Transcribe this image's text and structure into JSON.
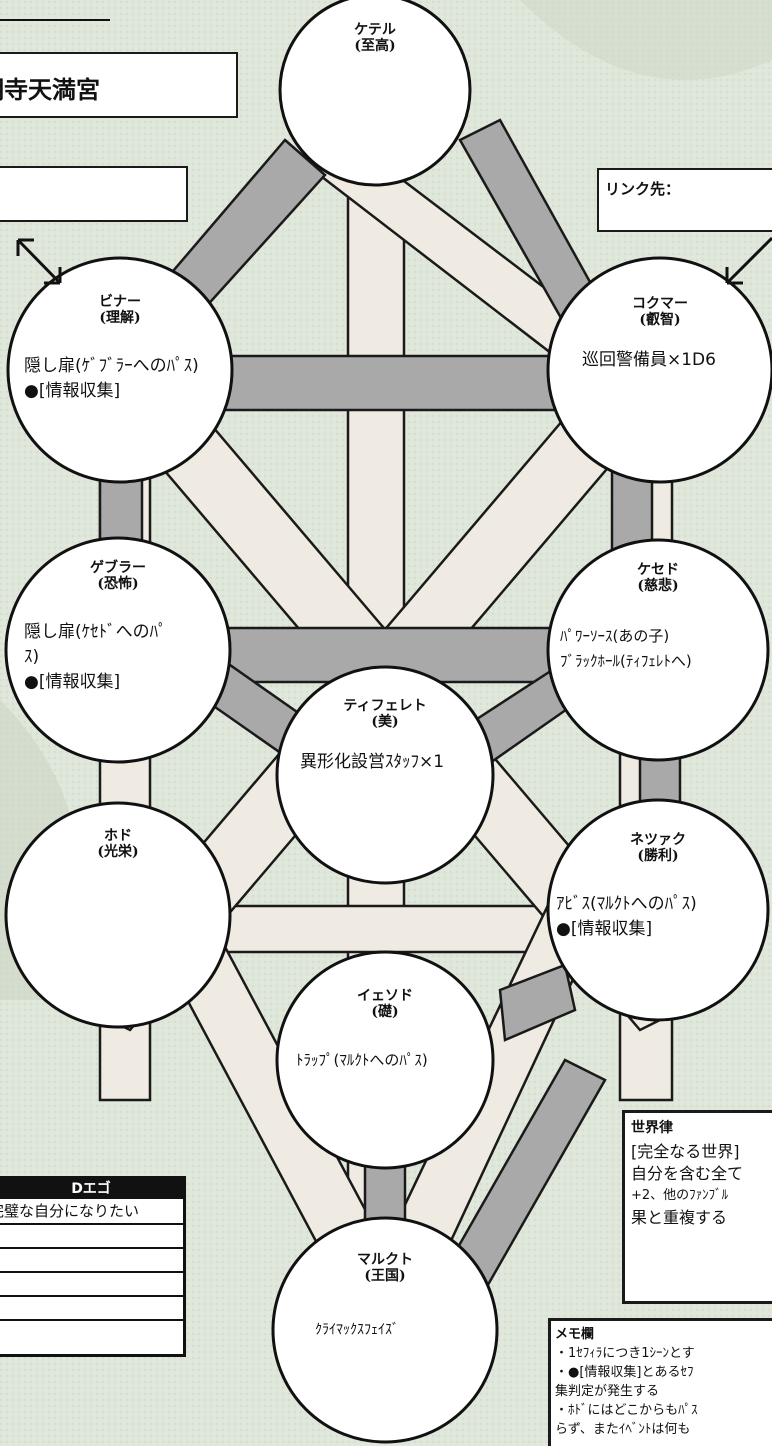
{
  "top_left": {
    "location_name": "明寺天満宮",
    "link_label": ""
  },
  "link_box": {
    "label": "リンク先："
  },
  "sephirot": {
    "kether": {
      "name": "ケテル",
      "sub": "(至高)",
      "lines": []
    },
    "binah": {
      "name": "ビナー",
      "sub": "(理解)",
      "lines": [
        "隠し扉(ｹﾞﾌﾞﾗｰへのﾊﾟｽ)",
        "●[情報収集]"
      ]
    },
    "chokmah": {
      "name": "コクマー",
      "sub": "(叡智)",
      "lines": [
        "巡回警備員×1D6"
      ]
    },
    "geburah": {
      "name": "ゲブラー",
      "sub": "(恐怖)",
      "lines": [
        "隠し扉(ｹｾﾄﾞへのﾊﾟ",
        "ｽ)",
        "●[情報収集]"
      ]
    },
    "chesed": {
      "name": "ケセド",
      "sub": "(慈悲)",
      "lines": [
        "ﾊﾟﾜｰｿｰｽ(あの子)",
        "ﾌﾞﾗｯｸﾎｰﾙ(ﾃｨﾌｪﾚﾄへ)"
      ]
    },
    "tiphereth": {
      "name": "ティフェレト",
      "sub": "(美)",
      "lines": [
        "異形化設営ｽﾀｯﾌ×1"
      ]
    },
    "hod": {
      "name": "ホド",
      "sub": "(光栄)",
      "lines": []
    },
    "netzach": {
      "name": "ネツァク",
      "sub": "(勝利)",
      "lines": [
        "ｱﾋﾞｽ(ﾏﾙｸﾄへのﾊﾟｽ)",
        "●[情報収集]"
      ]
    },
    "yesod": {
      "name": "イェソド",
      "sub": "(礎)",
      "lines": [
        "ﾄﾗｯﾌﾟ(ﾏﾙｸﾄへのﾊﾟｽ)"
      ]
    },
    "malkuth": {
      "name": "マルクト",
      "sub": "(王国)",
      "lines": [
        "ｸﾗｲﾏｯｸｽﾌｪｲｽﾞ"
      ]
    }
  },
  "world_law": {
    "title": "世界律",
    "lines": [
      "[完全なる世界]",
      "自分を含む全て",
      "+2、他のﾌｧﾝﾌﾞﾙ",
      "果と重複する"
    ]
  },
  "d_ego": {
    "title": "Dエゴ",
    "value": "完璧な自分になりたい"
  },
  "memo": {
    "title": "メモ欄",
    "lines": [
      "・1ｾﾌｨﾗにつき1ｼｰﾝとす",
      "・●[情報収集]とあるｾﾌ",
      "集判定が発生する",
      "・ﾎﾄﾞにはどこからもﾊﾟｽ",
      "らず、またｲﾍﾞﾝﾄは何も"
    ]
  },
  "colors": {
    "path_fill": "#a9a9a9",
    "path_light": "#efebe3",
    "ink": "#111111",
    "paper": "#dfe6da"
  }
}
